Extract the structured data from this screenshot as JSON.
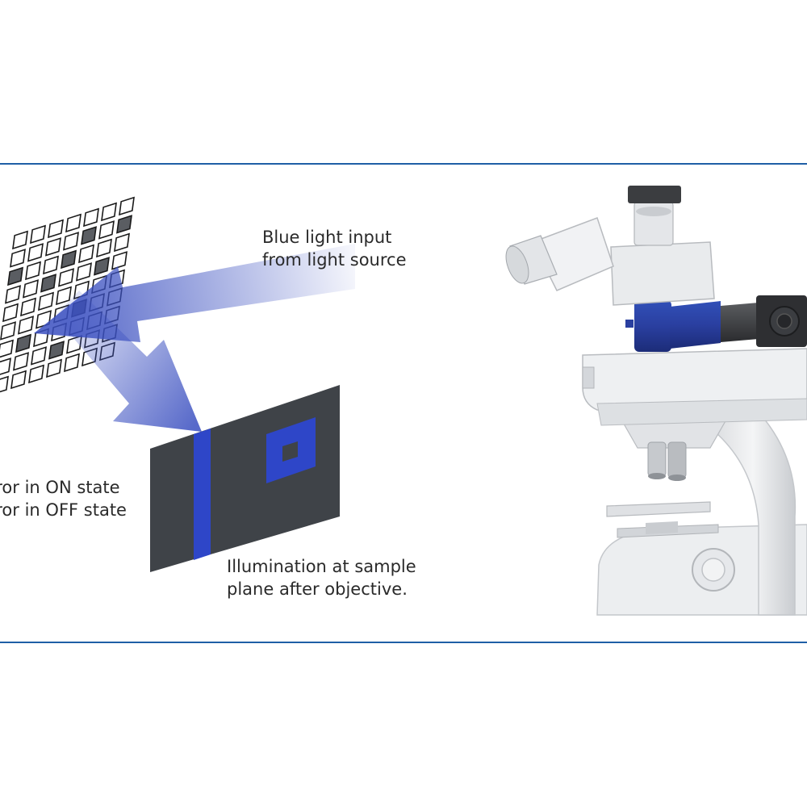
{
  "labels": {
    "blue_input_line1": "Blue light input",
    "blue_input_line2": "from light source",
    "mirror_on": "rror in ON state",
    "mirror_off": "rror in OFF state",
    "illumination_line1": "Illumination at sample",
    "illumination_line2": "plane after objective."
  },
  "colors": {
    "rule": "#1f5fa6",
    "beam_blue": "#3a4fc0",
    "sample_dark": "#3f4348",
    "sample_blue": "#2e46c8",
    "dmd_on": "#5a5d62"
  }
}
